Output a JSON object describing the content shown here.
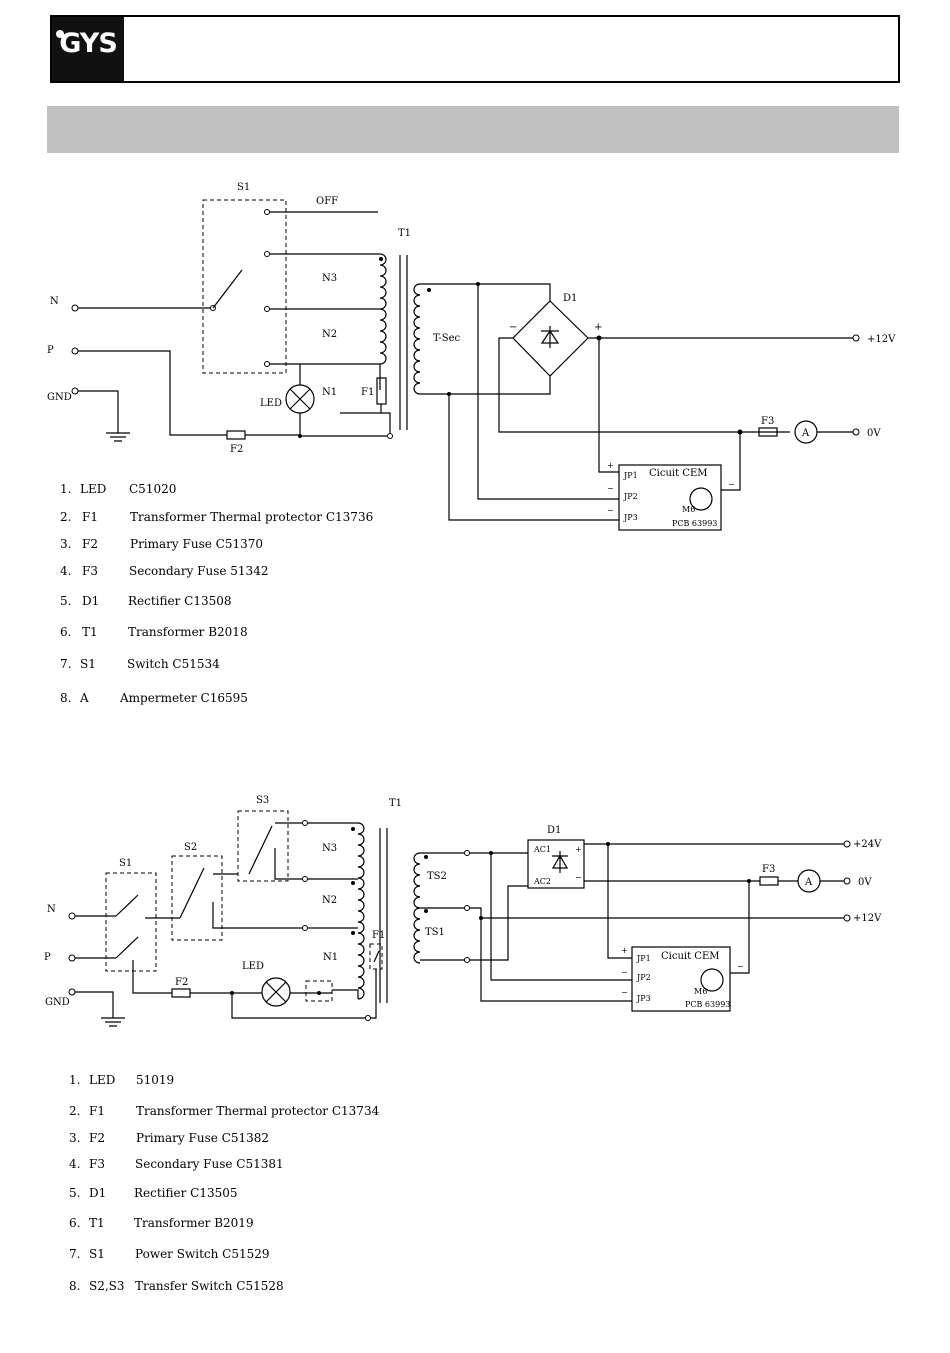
{
  "header": {
    "logo_text": "GYS"
  },
  "diagram1": {
    "labels": {
      "s1": "S1",
      "off": "OFF",
      "t1": "T1",
      "n": "N",
      "p": "P",
      "gnd": "GND",
      "n3": "N3",
      "n2": "N2",
      "n1": "N1",
      "led": "LED",
      "f1": "F1",
      "f2": "F2",
      "f3": "F3",
      "tsec": "T-Sec",
      "d1": "D1",
      "plus": "+",
      "minus": "−",
      "out_12v": "+12V",
      "out_0v": "0V",
      "ammeter": "A",
      "pcb_title": "Cicuit CEM",
      "pcb_m6": "M6",
      "pcb_code": "PCB 63993",
      "jp1": "JP1",
      "jp2": "JP2",
      "jp3": "JP3",
      "jp_plus": "+",
      "jp_minus": "−"
    },
    "parts": [
      {
        "num": "1.",
        "ref": "LED",
        "desc": "C51020"
      },
      {
        "num": "2.",
        "ref": "F1",
        "desc": "Transformer Thermal protector C13736"
      },
      {
        "num": "3.",
        "ref": "F2",
        "desc": "Primary Fuse C51370"
      },
      {
        "num": "4.",
        "ref": "F3",
        "desc": "Secondary Fuse 51342"
      },
      {
        "num": "5.",
        "ref": "D1",
        "desc": "Rectifier C13508"
      },
      {
        "num": "6.",
        "ref": "T1",
        "desc": "Transformer B2018"
      },
      {
        "num": "7.",
        "ref": "S1",
        "desc": "Switch C51534"
      },
      {
        "num": "8.",
        "ref": "A",
        "desc": "Ampermeter C16595"
      }
    ]
  },
  "diagram2": {
    "labels": {
      "s1": "S1",
      "s2": "S2",
      "s3": "S3",
      "t1": "T1",
      "n": "N",
      "p": "P",
      "gnd": "GND",
      "n3": "N3",
      "n2": "N2",
      "n1": "N1",
      "led": "LED",
      "f1": "F1",
      "f2": "F2",
      "f3": "F3",
      "ts2": "TS2",
      "ts1": "TS1",
      "d1": "D1",
      "ac1": "AC1",
      "ac2": "AC2",
      "plus": "+",
      "minus": "−",
      "out_24v": "+24V",
      "out_0v": "0V",
      "out_12v": "+12V",
      "ammeter": "A",
      "pcb_title": "Cicuit CEM",
      "pcb_m6": "M6",
      "pcb_code": "PCB 63993",
      "jp1": "JP1",
      "jp2": "JP2",
      "jp3": "JP3",
      "jp_plus": "+",
      "jp_minus": "−"
    },
    "parts": [
      {
        "num": "1.",
        "ref": "LED",
        "desc": "51019"
      },
      {
        "num": "2.",
        "ref": "F1",
        "desc": "Transformer Thermal protector C13734"
      },
      {
        "num": "3.",
        "ref": "F2",
        "desc": "Primary Fuse C51382"
      },
      {
        "num": "4.",
        "ref": "F3",
        "desc": "Secondary Fuse C51381"
      },
      {
        "num": "5.",
        "ref": "D1",
        "desc": "Rectifier C13505"
      },
      {
        "num": "6.",
        "ref": "T1",
        "desc": "Transformer B2019"
      },
      {
        "num": "7.",
        "ref": "S1",
        "desc": "Power Switch C51529"
      },
      {
        "num": "8.",
        "ref": "S2,S3",
        "desc": "Transfer Switch C51528"
      }
    ]
  }
}
